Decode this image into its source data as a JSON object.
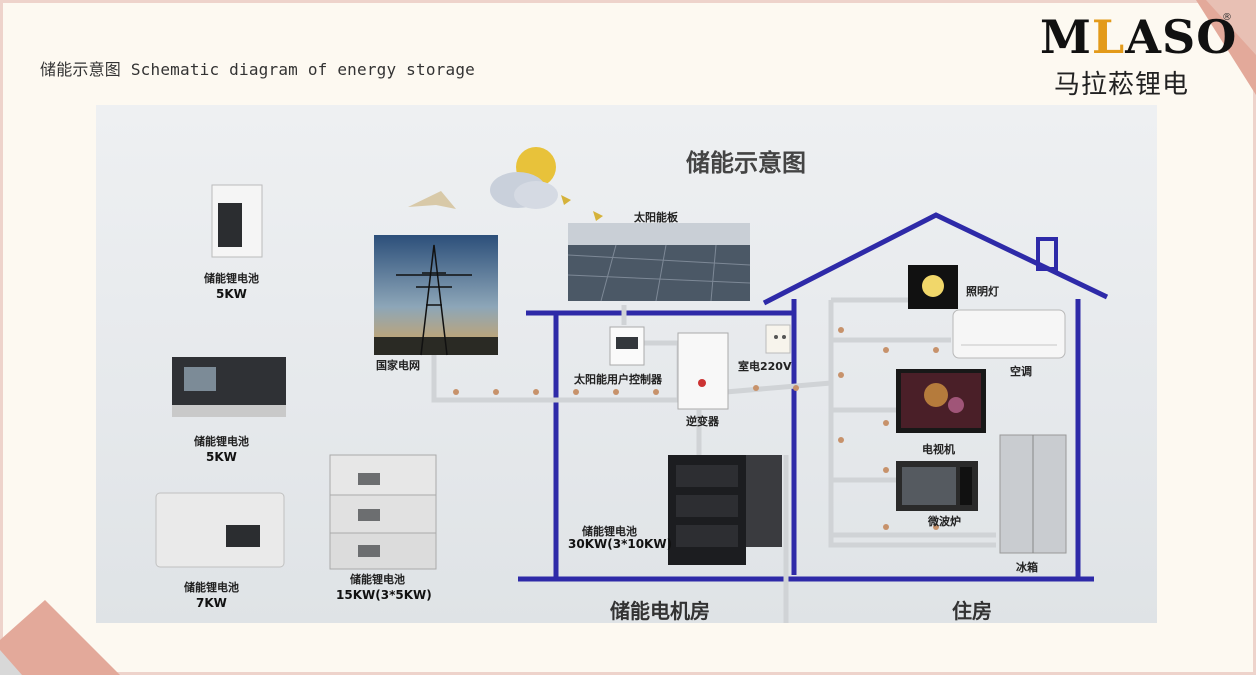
{
  "caption": "储能示意图 Schematic diagram of energy storage",
  "logo": {
    "letters": [
      "M",
      "L",
      "A",
      "S",
      "O"
    ],
    "registered": "®",
    "subtitle": "马拉菘锂电"
  },
  "diagram": {
    "title": "储能示意图",
    "solar_panel": "太阳能板",
    "grid": "国家电网",
    "controller": "太阳能用户控制器",
    "inverter": "逆变器",
    "socket": "室电220V",
    "light": "照明灯",
    "ac": "空调",
    "tv": "电视机",
    "microwave": "微波炉",
    "fridge": "冰箱",
    "engine_room": "储能电机房",
    "residence": "住房",
    "batteries": [
      {
        "name": "储能锂电池",
        "capacity": "5KW"
      },
      {
        "name": "储能锂电池",
        "capacity": "5KW"
      },
      {
        "name": "储能锂电池",
        "capacity": "7KW"
      },
      {
        "name": "储能锂电池",
        "capacity": "15KW(3*5KW)"
      },
      {
        "name": "储能锂电池",
        "capacity": "30KW(3*10KW)"
      }
    ]
  },
  "colors": {
    "background": "#fdf9f1",
    "border": "#eed3cb",
    "corner": "#e3a99a",
    "logo_accent": "#e39a1a",
    "house_line": "#2e2aa8"
  }
}
